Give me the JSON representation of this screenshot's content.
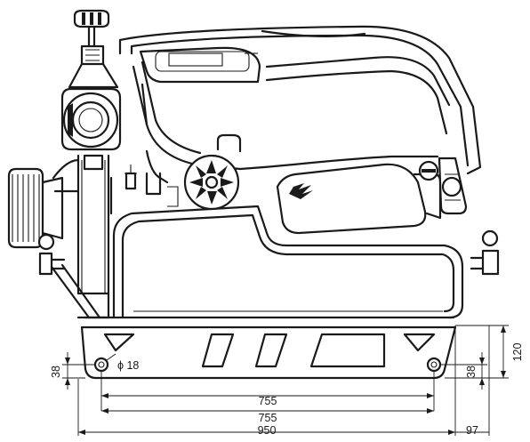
{
  "dimensions": {
    "hole_spacing_1": "755",
    "hole_spacing_2": "755",
    "overall_width": "950",
    "right_offset": "97",
    "hole_height": "120",
    "hole_offset_left": "38",
    "hole_offset_right": "38",
    "hole_diameter": "ϕ 18"
  },
  "colors": {
    "line": "#1a1a1a",
    "background": "#ffffff"
  }
}
